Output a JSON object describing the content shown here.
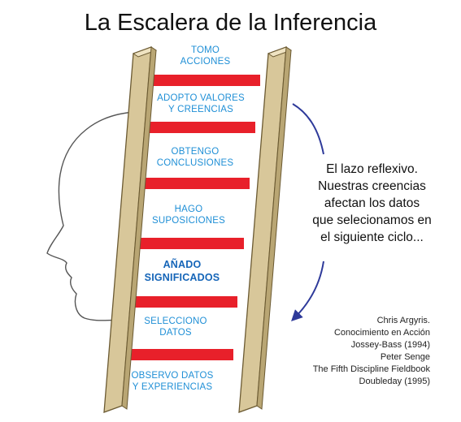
{
  "title": "La Escalera de la Inferencia",
  "steps": [
    {
      "line1": "TOMO",
      "line2": "ACCIONES"
    },
    {
      "line1": "ADOPTO VALORES",
      "line2": "Y CREENCIAS"
    },
    {
      "line1": "OBTENGO",
      "line2": "CONCLUSIONES"
    },
    {
      "line1": "HAGO",
      "line2": "SUPOSICIONES"
    },
    {
      "line1": "AÑADO",
      "line2": "SIGNIFICADOS"
    },
    {
      "line1": "SELECCIONO",
      "line2": "DATOS"
    },
    {
      "line1": "OBSERVO DATOS",
      "line2": "Y EXPERIENCIAS"
    }
  ],
  "loop_text": {
    "line1": "El lazo reflexivo.",
    "line2": "Nuestras creencias",
    "line3": "afectan los datos",
    "line4": "que selecionamos en",
    "line5": "el siguiente ciclo..."
  },
  "references": [
    "Chris Argyris.",
    "Conocimiento en Acción",
    "Jossey-Bass (1994)",
    "Peter Senge",
    "The Fifth Discipline Fieldbook",
    "Doubleday (1995)"
  ],
  "colors": {
    "rung": "#e8202a",
    "rail": "#d8c79a",
    "step_text": "#1f8fd6",
    "arrow": "#2e3a9a"
  }
}
